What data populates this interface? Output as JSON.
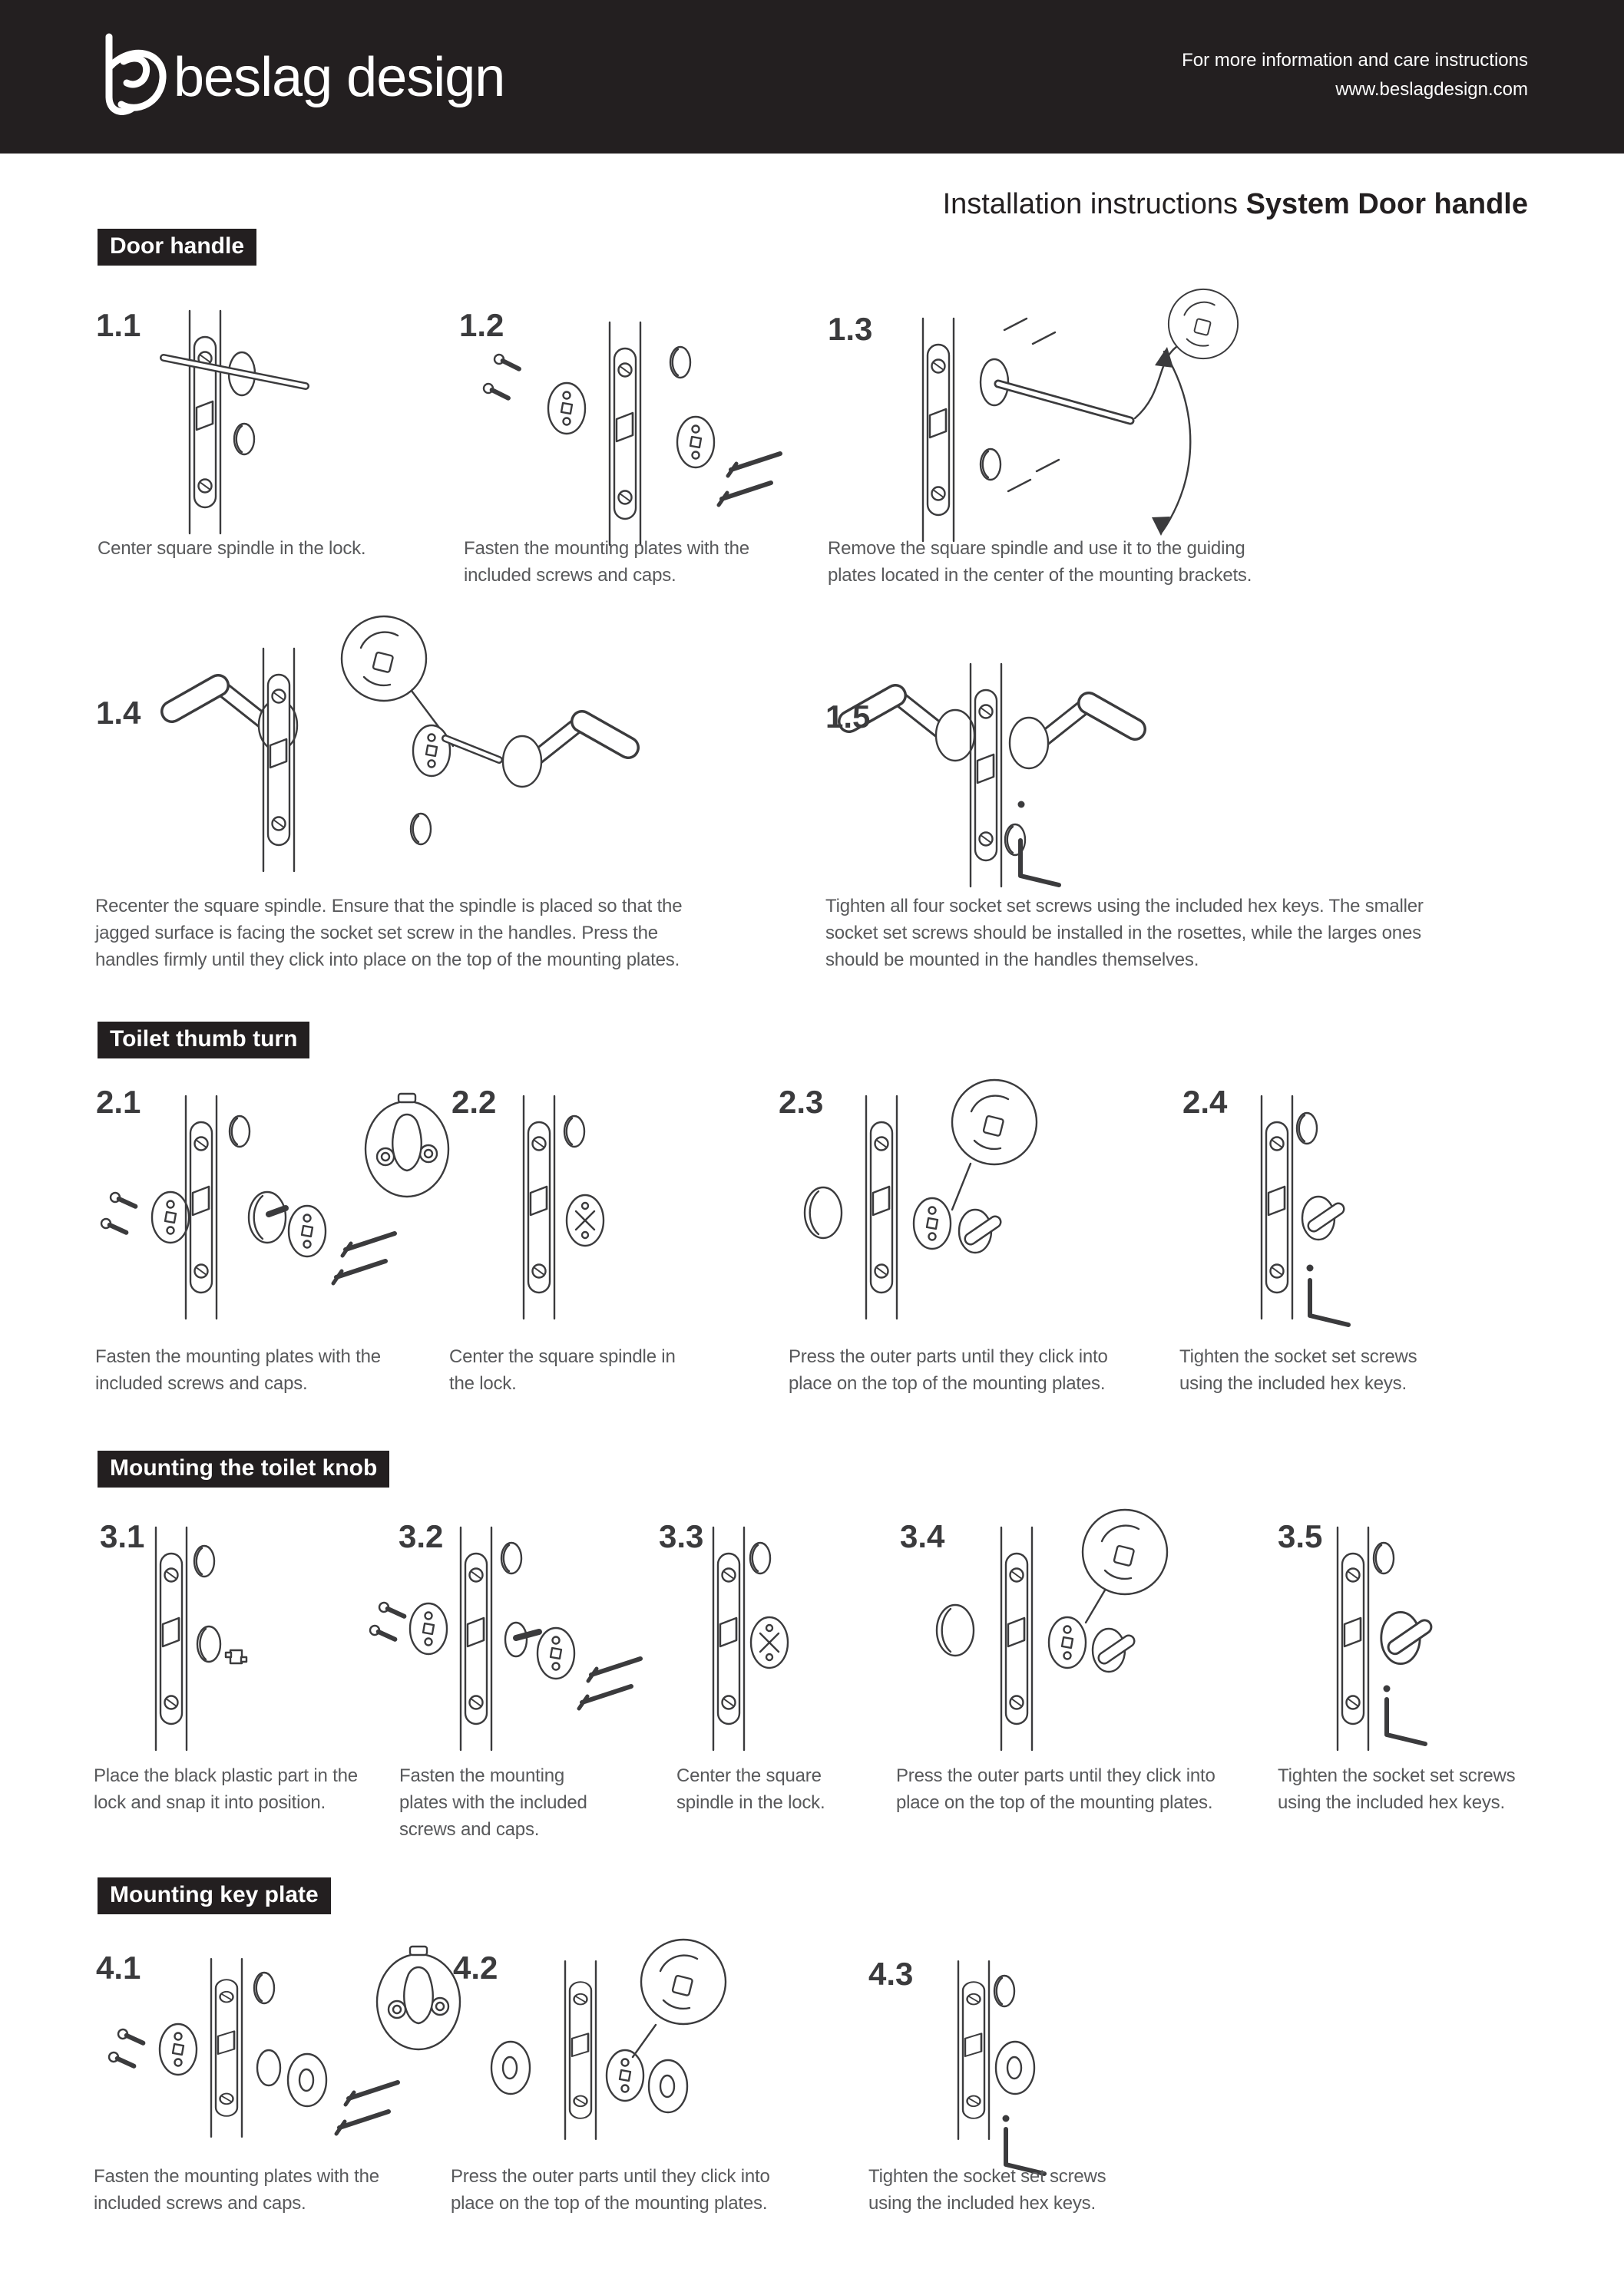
{
  "header": {
    "brand": "beslag design",
    "logo_icon": "beslag-b-logo",
    "info_line1": "For more information and care instructions",
    "info_line2": "www.beslagdesign.com"
  },
  "title": {
    "prefix": "Installation instructions ",
    "bold": "System Door handle"
  },
  "colors": {
    "header_bg": "#231f20",
    "label_bg": "#231f20",
    "label_text": "#ffffff",
    "caption_text": "#58595b",
    "number_text": "#3b3b3d",
    "line_art": "#3b3b3d"
  },
  "sections": [
    {
      "label": "Door handle",
      "steps": [
        {
          "num": "1.1",
          "caption": "Center square spindle in the lock."
        },
        {
          "num": "1.2",
          "caption": "Fasten the mounting plates with the\nincluded screws and caps."
        },
        {
          "num": "1.3",
          "caption": "Remove the square spindle and use it to the guiding\nplates located in the center of the mounting brackets."
        },
        {
          "num": "1.4",
          "caption": "Recenter the square spindle. Ensure that the spindle is placed so that the\njagged surface is facing the socket set screw in the handles. Press the\nhandles firmly until they click into place on the top of the mounting plates."
        },
        {
          "num": "1.5",
          "caption": "Tighten all four socket set screws using the included hex keys. The smaller\nsocket set screws should be installed in the rosettes, while the larges ones\nshould be mounted in the handles themselves."
        }
      ]
    },
    {
      "label": "Toilet thumb turn",
      "steps": [
        {
          "num": "2.1",
          "caption": "Fasten the mounting plates with the\nincluded screws and caps."
        },
        {
          "num": "2.2",
          "caption": "Center the square spindle in\nthe lock."
        },
        {
          "num": "2.3",
          "caption": "Press the outer parts until they click into\nplace on the top of the mounting plates."
        },
        {
          "num": "2.4",
          "caption": "Tighten the socket set screws\nusing the included hex keys."
        }
      ]
    },
    {
      "label": "Mounting the toilet knob",
      "steps": [
        {
          "num": "3.1",
          "caption": "Place the black plastic part in the\nlock and snap it into position."
        },
        {
          "num": "3.2",
          "caption": "Fasten the mounting\nplates with the included\nscrews and caps."
        },
        {
          "num": "3.3",
          "caption": "Center the square\nspindle in the lock."
        },
        {
          "num": "3.4",
          "caption": "Press the outer parts until they click into\nplace on the top of the mounting plates."
        },
        {
          "num": "3.5",
          "caption": "Tighten the socket set screws\nusing the included hex keys."
        }
      ]
    },
    {
      "label": "Mounting key plate",
      "steps": [
        {
          "num": "4.1",
          "caption": "Fasten the mounting plates with the\nincluded screws and caps."
        },
        {
          "num": "4.2",
          "caption": "Press the outer parts until they click into\nplace on the top of the mounting plates."
        },
        {
          "num": "4.3",
          "caption": "Tighten the socket set screws\nusing the included hex keys."
        }
      ]
    }
  ]
}
